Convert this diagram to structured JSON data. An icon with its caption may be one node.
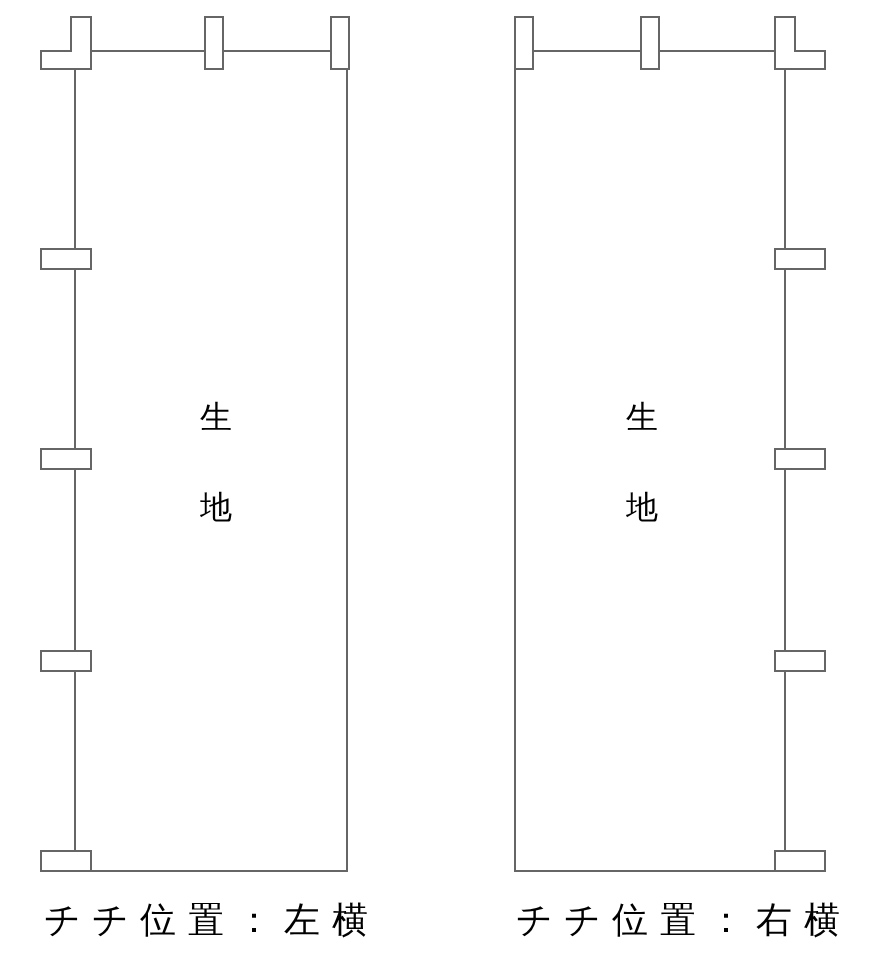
{
  "diagram": {
    "nodes": [
      {
        "text": [
          "生地"
        ],
        "beside": [
          "チチ位置：左横"
        ]
      },
      {
        "text": [
          "生地"
        ],
        "beside": [
          "チチ位置：右横"
        ]
      }
    ]
  }
}
